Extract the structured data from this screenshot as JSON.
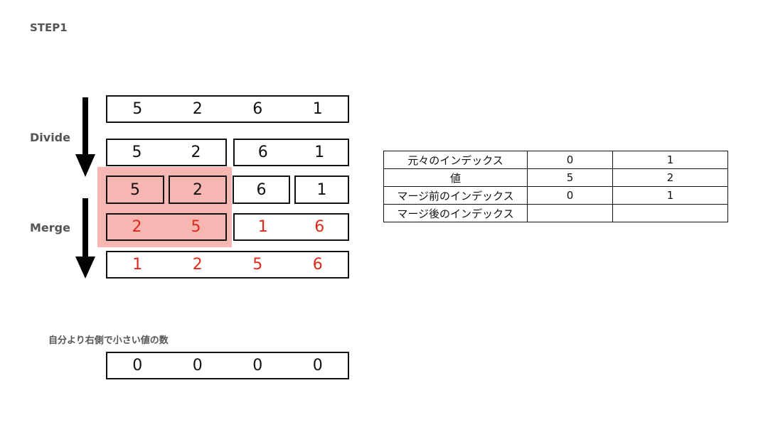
{
  "title": "STEP1",
  "labels": {
    "divide": "Divide",
    "merge": "Merge"
  },
  "rows": {
    "initial": [
      "5",
      "2",
      "6",
      "1"
    ],
    "split_left": [
      "5",
      "2"
    ],
    "split_right": [
      "6",
      "1"
    ],
    "single": [
      "5",
      "2",
      "6",
      "1"
    ],
    "merge_left": [
      "2",
      "5"
    ],
    "merge_right": [
      "1",
      "6"
    ],
    "merged": [
      "1",
      "2",
      "5",
      "6"
    ]
  },
  "caption": "自分より右側で小さい値の数",
  "counts": [
    "0",
    "0",
    "0",
    "0"
  ],
  "table": {
    "rows": [
      {
        "header": "元々のインデックス",
        "values": [
          "0",
          "1"
        ]
      },
      {
        "header": "値",
        "values": [
          "5",
          "2"
        ]
      },
      {
        "header": "マージ前のインデックス",
        "values": [
          "0",
          "1"
        ]
      },
      {
        "header": "マージ後のインデックス",
        "values": [
          "",
          ""
        ]
      }
    ]
  },
  "colors": {
    "highlight": "#f7b6b1",
    "accent_text": "#e0291c",
    "label_text": "#555555"
  }
}
